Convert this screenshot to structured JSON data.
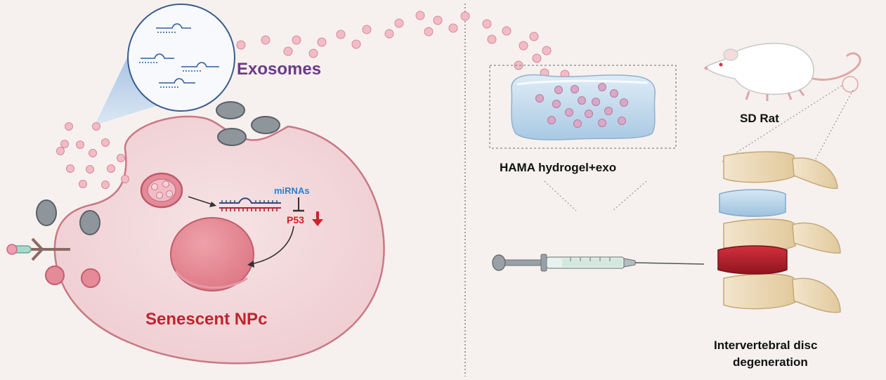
{
  "labels": {
    "exosomes": "Exosomes",
    "mirnas": "miRNAs",
    "p53": "P53",
    "senescent_cell": "Senescent NPc",
    "hydrogel": "HAMA hydrogel+exo",
    "rat": "SD Rat",
    "disc_line1": "Intervertebral disc",
    "disc_line2": "degeneration"
  },
  "colors": {
    "background": "#f6f1ef",
    "cell_fill": "#f1d3d6",
    "cell_stroke": "#c97885",
    "exosome_dot": "#f2bcc6",
    "exosomes_title": "#6b3a87",
    "senescent_title": "#c0242f",
    "mirna_blue": "#2f7fd0",
    "p53_red": "#d0222b",
    "healthy_disc": "#b9d6e8",
    "degenerated_disc": "#b61f2b"
  },
  "icons": {
    "p53_arrow": "down-arrow-icon",
    "inhibit": "inhibition-bar-icon"
  }
}
